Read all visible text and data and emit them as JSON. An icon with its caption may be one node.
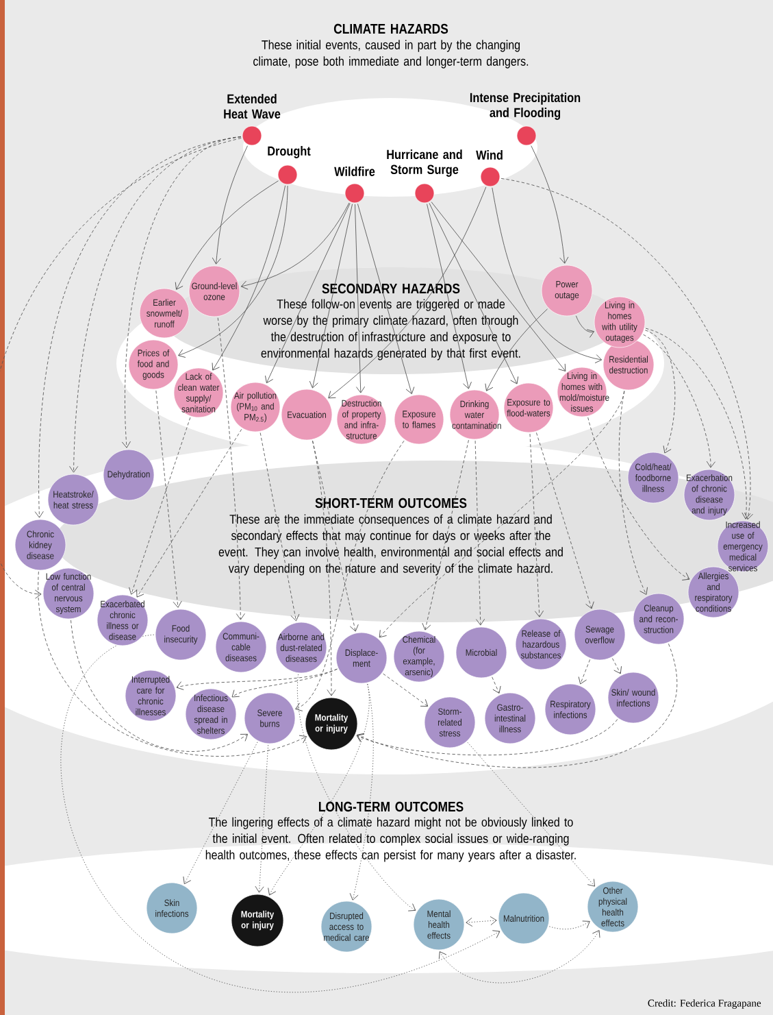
{
  "diagram": {
    "nodes": [
      {
        "text": [
          "Extended Heat Wave"
        ]
      },
      {
        "text": [
          "Drought"
        ]
      },
      {
        "text": [
          "Wildfire"
        ]
      },
      {
        "text": [
          "Hurricane and Storm Surge"
        ]
      },
      {
        "text": [
          "Wind"
        ]
      },
      {
        "text": [
          "Intense Precipitation and Flooding"
        ]
      },
      {
        "text": [
          "Ground-level ozone"
        ]
      },
      {
        "text": [
          "Earlier snowmelt/ runoff"
        ]
      },
      {
        "text": [
          "Prices of food and goods"
        ]
      },
      {
        "text": [
          "Lack of clean water supply/ sanitation"
        ]
      },
      {
        "text": [
          "Air pollution (PM$_{10}$ and PM$_{2.5}$)"
        ]
      },
      {
        "text": [
          "Evacuation"
        ]
      },
      {
        "text": [
          "Destruction of property and infra-structure"
        ]
      },
      {
        "text": [
          "Exposure to flames"
        ]
      },
      {
        "text": [
          "Drinking water contamination"
        ]
      },
      {
        "text": [
          "Exposure to flood-waters"
        ]
      },
      {
        "text": [
          "Living in homes with mold/moisture issues"
        ]
      },
      {
        "text": [
          "Residential destruction"
        ]
      },
      {
        "text": [
          "Power outage"
        ]
      },
      {
        "text": [
          "Living in homes with utility outages"
        ]
      },
      {
        "text": [
          "Dehydration"
        ]
      },
      {
        "text": [
          "Heatstroke/ heat stress"
        ]
      },
      {
        "text": [
          "Chronic kidney disease"
        ]
      },
      {
        "text": [
          "Low function of central nervous system"
        ]
      },
      {
        "text": [
          "Exacerbated chronic illness or disease"
        ]
      },
      {
        "text": [
          "Food insecurity"
        ]
      },
      {
        "text": [
          "Communi-cable diseases"
        ]
      },
      {
        "text": [
          "Airborne and dust-related diseases"
        ]
      },
      {
        "text": [
          "Displace-ment"
        ]
      },
      {
        "text": [
          "Chemical (for example, arsenic)"
        ]
      },
      {
        "text": [
          "Microbial"
        ]
      },
      {
        "text": [
          "Release of hazardous substances"
        ]
      },
      {
        "text": [
          "Sewage overflow"
        ]
      },
      {
        "text": [
          "Cleanup and recon-struction"
        ]
      },
      {
        "text": [
          "Allergies and respiratory conditions"
        ]
      },
      {
        "text": [
          "Increased use of emergency medical services"
        ]
      },
      {
        "text": [
          "Exacerbation of chronic disease and injury"
        ]
      },
      {
        "text": [
          "Cold/heat/ foodborne illness"
        ]
      },
      {
        "text": [
          "Interrupted care for chronic illnesses"
        ]
      },
      {
        "text": [
          "Infectious disease spread in shelters"
        ]
      },
      {
        "text": [
          "Severe burns"
        ]
      },
      {
        "text": [
          "Mortality or injury"
        ]
      },
      {
        "text": [
          "Storm-related stress"
        ]
      },
      {
        "text": [
          "Gastro-intestinal illness"
        ]
      },
      {
        "text": [
          "Respiratory infections"
        ]
      },
      {
        "text": [
          "Skin/ wound infections"
        ]
      },
      {
        "text": [
          "Skin infections"
        ]
      },
      {
        "text": [
          "Mortality or injury"
        ]
      },
      {
        "text": [
          "Disrupted access to medical care"
        ]
      },
      {
        "text": [
          "Mental health effects"
        ]
      },
      {
        "text": [
          "Malnutrition"
        ]
      },
      {
        "text": [
          "Other physical health effects"
        ]
      }
    ],
    "edges": [
      {
        "from": 0,
        "to": 6,
        "arrow": "to"
      },
      {
        "from": 1,
        "to": 7,
        "arrow": "to"
      },
      {
        "from": 1,
        "to": 8,
        "arrow": "to"
      },
      {
        "from": 1,
        "to": 9,
        "arrow": "to"
      },
      {
        "from": 2,
        "to": 6,
        "arrow": "to"
      },
      {
        "from": 2,
        "to": 10,
        "arrow": "to"
      },
      {
        "from": 2,
        "to": 11,
        "arrow": "to"
      },
      {
        "from": 2,
        "to": 12,
        "arrow": "to"
      },
      {
        "from": 2,
        "to": 13,
        "arrow": "to"
      },
      {
        "from": 3,
        "to": 14,
        "arrow": "to"
      },
      {
        "from": 3,
        "to": 15,
        "arrow": "to"
      },
      {
        "from": 3,
        "to": 16,
        "arrow": "to"
      },
      {
        "from": 4,
        "to": 11,
        "arrow": "to"
      },
      {
        "from": 4,
        "to": 17,
        "arrow": "to"
      },
      {
        "from": 5,
        "to": 18,
        "arrow": "to"
      },
      {
        "from": 18,
        "to": 14,
        "arrow": "to"
      },
      {
        "from": 18,
        "to": 19,
        "arrow": "to"
      },
      {
        "from": 0,
        "to": 20,
        "arrow": "to",
        "style": "dashed"
      },
      {
        "from": 0,
        "to": 21,
        "arrow": "to",
        "style": "dashed"
      },
      {
        "from": 0,
        "to": 22,
        "arrow": "to",
        "style": "dashed"
      },
      {
        "from": 0,
        "to": 23,
        "arrow": "to",
        "style": "dashed"
      },
      {
        "from": 4,
        "to": 35,
        "arrow": "to",
        "style": "dashed"
      },
      {
        "from": 19,
        "to": 37,
        "arrow": "to",
        "style": "dashed"
      },
      {
        "from": 19,
        "to": 36,
        "arrow": "to",
        "style": "dashed"
      },
      {
        "from": 19,
        "to": 35,
        "arrow": "to",
        "style": "dashed"
      },
      {
        "from": 6,
        "to": 26,
        "arrow": "to",
        "style": "dashed"
      },
      {
        "from": 10,
        "to": 24,
        "arrow": "to",
        "style": "dashed"
      },
      {
        "from": 8,
        "to": 25,
        "arrow": "to",
        "style": "dashed"
      },
      {
        "from": 9,
        "to": 24,
        "arrow": "to",
        "style": "dashed"
      },
      {
        "from": 10,
        "to": 27,
        "arrow": "to",
        "style": "dashed"
      },
      {
        "from": 11,
        "to": 41,
        "arrow": "to",
        "style": "dashed"
      },
      {
        "from": 11,
        "to": 28,
        "arrow": "to",
        "style": "dashed"
      },
      {
        "from": 14,
        "to": 29,
        "arrow": "to",
        "style": "dashed"
      },
      {
        "from": 14,
        "to": 30,
        "arrow": "to",
        "style": "dashed"
      },
      {
        "from": 15,
        "to": 31,
        "arrow": "to",
        "style": "dashed"
      },
      {
        "from": 15,
        "to": 32,
        "arrow": "to",
        "style": "dashed"
      },
      {
        "from": 16,
        "to": 34,
        "arrow": "to",
        "style": "dashed"
      },
      {
        "from": 17,
        "to": 33,
        "arrow": "to",
        "style": "dashed"
      },
      {
        "from": 17,
        "to": 28,
        "arrow": "to",
        "style": "dashed"
      },
      {
        "from": 28,
        "to": 38,
        "arrow": "to",
        "style": "dashed"
      },
      {
        "from": 28,
        "to": 39,
        "arrow": "to",
        "style": "dashed"
      },
      {
        "from": 28,
        "to": 42,
        "arrow": "to",
        "style": "dashed"
      },
      {
        "from": 30,
        "to": 43,
        "arrow": "to",
        "style": "dashed"
      },
      {
        "from": 32,
        "to": 44,
        "arrow": "to",
        "style": "dashed"
      },
      {
        "from": 32,
        "to": 45,
        "arrow": "to",
        "style": "dashed"
      },
      {
        "from": 13,
        "to": 40,
        "arrow": "to",
        "style": "dashed"
      },
      {
        "from": 33,
        "to": 41,
        "arrow": "to",
        "style": "dashed"
      },
      {
        "from": 45,
        "to": 41,
        "arrow": "to",
        "style": "dashed"
      },
      {
        "from": 22,
        "to": 41,
        "arrow": "to",
        "style": "dashed"
      },
      {
        "from": 23,
        "to": 40,
        "arrow": "to",
        "style": "dashed"
      },
      {
        "from": 40,
        "to": 46,
        "arrow": "to",
        "style": "dashed"
      },
      {
        "from": 40,
        "to": 47,
        "arrow": "to",
        "style": "dashed"
      },
      {
        "from": 28,
        "to": 47,
        "arrow": "to",
        "style": "dashed"
      },
      {
        "from": 28,
        "to": 48,
        "arrow": "to",
        "style": "dashed"
      },
      {
        "from": 27,
        "to": 49,
        "arrow": "to",
        "style": "dashed"
      },
      {
        "from": 42,
        "to": 51,
        "arrow": "to",
        "style": "dashed"
      },
      {
        "from": 25,
        "to": 50,
        "arrow": "to",
        "style": "dashed"
      },
      {
        "from": 50,
        "to": 49,
        "arrow": "both",
        "style": "dashed"
      },
      {
        "from": 50,
        "to": 51,
        "arrow": "to",
        "style": "dashed"
      },
      {
        "from": 49,
        "to": 51,
        "arrow": "both",
        "style": "dashed"
      }
    ],
    "labels": [
      "CLIMATE HAZARDS",
      "These initial events, caused in part by the changing climate, pose both immediate and longer-term dangers.",
      "SECONDARY HAZARDS",
      "These follow-on events are triggered or made worse by the primary climate hazard, often through the destruction of infrastructure and exposure to environmental hazards generated by that first event.",
      "SHORT-TERM OUTCOMES",
      "These are the immediate consequences of a climate hazard and secondary effects that may continue for days or weeks after the event. They can involve health, environmental and social effects and vary depending on the nature and severity of the climate hazard.",
      "LONG-TERM OUTCOMES",
      "The lingering effects of a climate hazard might not be obviously linked to the initial event. Often related to complex social issues or wide-ranging health outcomes, these effects can persist for many years after a disaster.",
      "Credit: Federica Fragapane"
    ]
  }
}
